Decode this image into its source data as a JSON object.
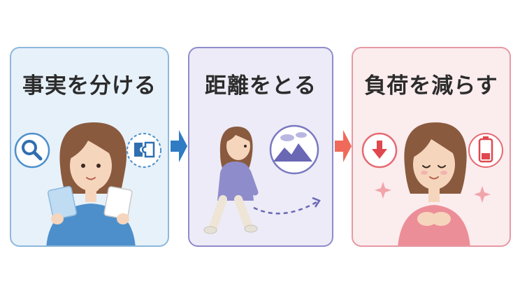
{
  "steps": [
    {
      "title": "事実を分ける",
      "accent": "#4d8fcb",
      "icons": [
        "magnifier-icon",
        "puzzle-icon"
      ]
    },
    {
      "title": "距離をとる",
      "accent": "#7a78c0",
      "icons": [
        "landscape-icon",
        "dashed-arrow-icon"
      ]
    },
    {
      "title": "負荷を減らす",
      "accent": "#e56a72",
      "icons": [
        "down-arrow-icon",
        "battery-low-icon",
        "sparkle-icon"
      ]
    }
  ],
  "connectors": [
    {
      "color": "#2f7bc4"
    },
    {
      "color": "#f06a5b"
    }
  ]
}
